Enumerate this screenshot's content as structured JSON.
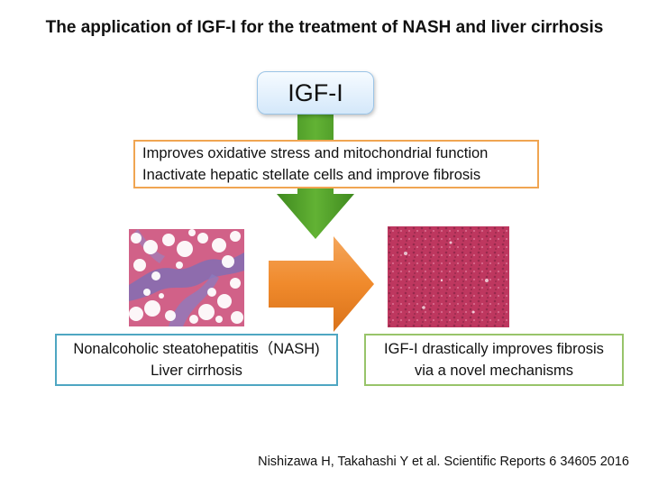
{
  "title": "The application of IGF-I for the treatment of NASH and liver cirrhosis",
  "igf_label": "IGF-I",
  "effects": [
    "Improves oxidative stress and mitochondrial function",
    "Inactivate hepatic stellate cells and improve fibrosis"
  ],
  "nash_box": {
    "line1": "Nonalcoholic steatohepatitis（NASH)",
    "line2": "Liver cirrhosis"
  },
  "result_box": {
    "line1": "IGF-I drastically improves fibrosis",
    "line2": "via a novel mechanisms"
  },
  "citation": "Nishizawa H, Takahashi Y et al. Scientific Reports 6 34605 2016",
  "colors": {
    "down_arrow": "#4e9a2a",
    "right_arrow": "#f08a2c",
    "igf_border": "#9bc4e6",
    "effects_border": "#f0a552",
    "nash_border": "#4ea6c2",
    "result_border": "#98c46a"
  }
}
